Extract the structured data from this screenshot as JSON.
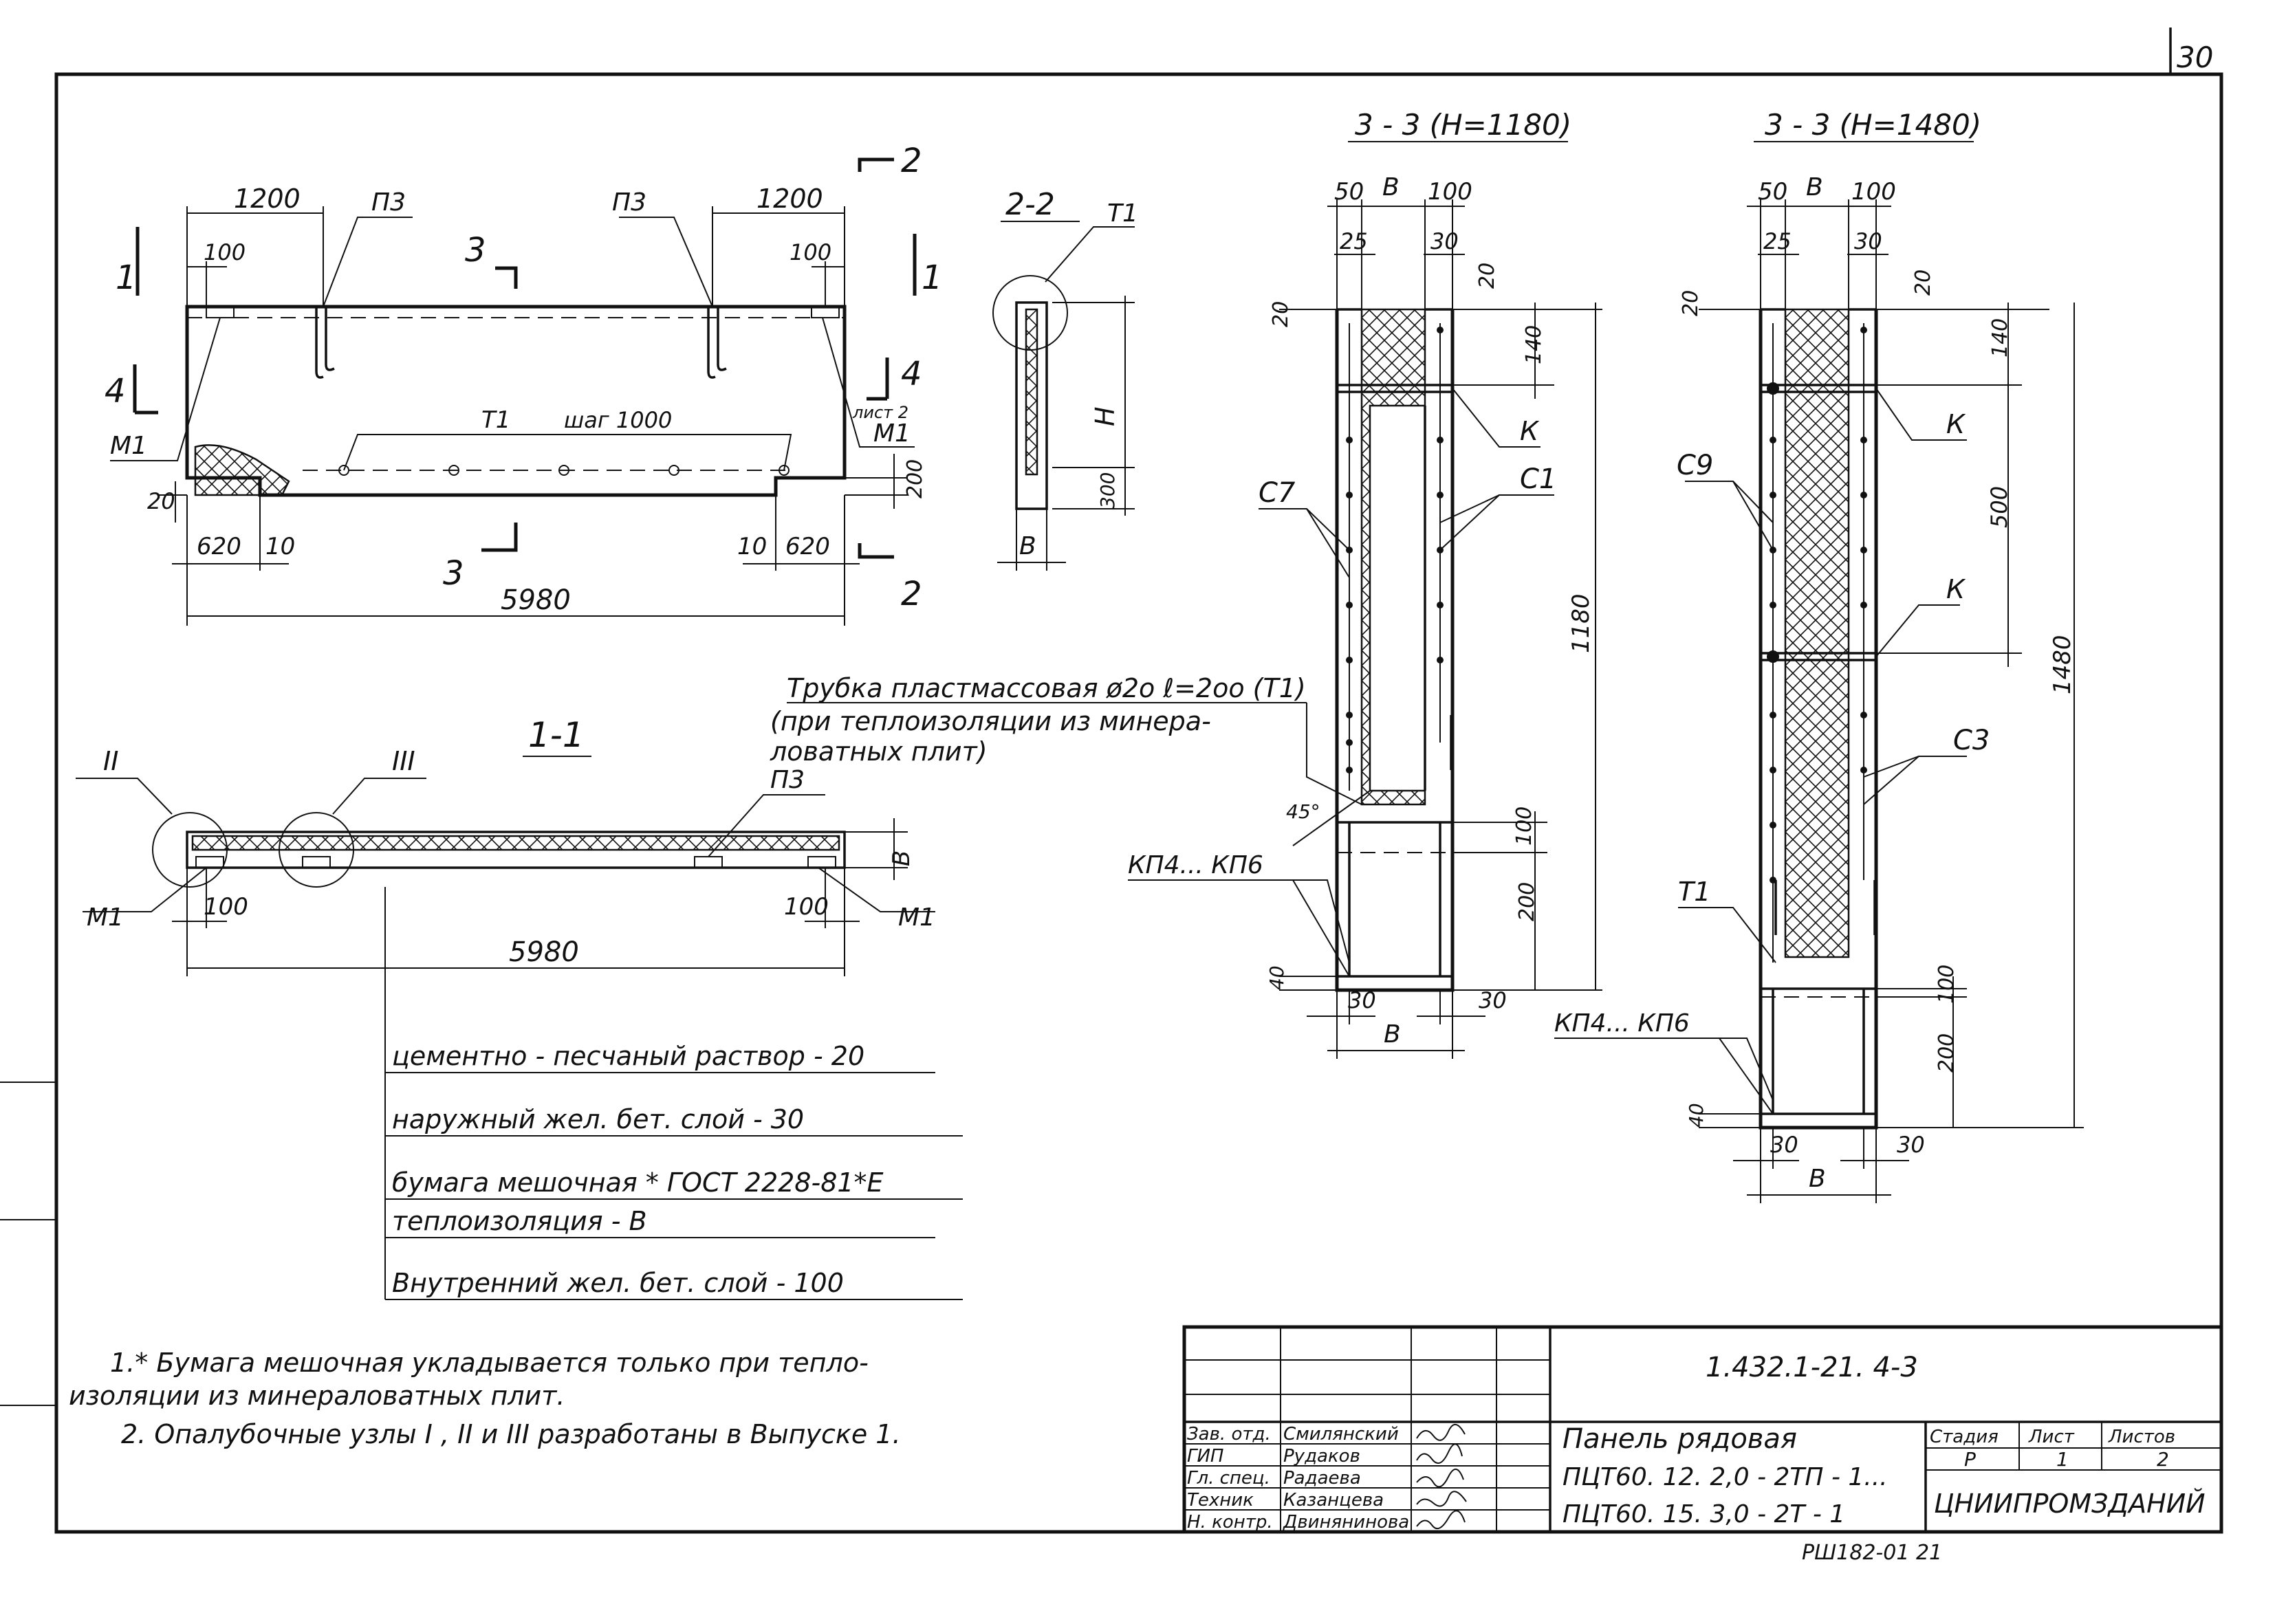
{
  "sheet": {
    "page_number": "30",
    "bottom_code": "РШ182-01 21"
  },
  "plan": {
    "dims_top_left": "1200",
    "dims_top_right": "1200",
    "dim_100_left": "100",
    "dim_100_right": "100",
    "label_p3_left": "П3",
    "label_p3_right": "П3",
    "cut_1_left": "1",
    "cut_1_right": "1",
    "cut_2_top": "2",
    "cut_2_bottom": "2",
    "cut_3_top": "3",
    "cut_3_bottom": "3",
    "cut_4_left": "4",
    "cut_4_right": "4",
    "sheet_ref": "лист 2",
    "label_m1_left": "М1",
    "label_m1_right": "М1",
    "label_t1": "Т1",
    "label_step": "шаг 1000",
    "dim_20": "20",
    "dim_200": "200",
    "dim_620_left": "620",
    "dim_10_left": "10",
    "dim_10_right": "10",
    "dim_620_right": "620",
    "dim_total": "5980"
  },
  "section22": {
    "title": "2-2",
    "label_t1": "Т1",
    "dim_h": "Н",
    "dim_300": "300",
    "dim_b": "В"
  },
  "section11": {
    "title": "1-1",
    "node_2": "II",
    "node_3": "III",
    "label_p3": "П3",
    "label_m1_left": "М1",
    "label_m1_right": "М1",
    "dim_100_left": "100",
    "dim_100_right": "100",
    "dim_b": "В",
    "dim_total": "5980"
  },
  "tube_note": {
    "line1": "Трубка пластмассовая ø2о  ℓ=2оо (Т1)",
    "line2": "(при теплоизоляции из минера-",
    "line3": "ловатных плит)"
  },
  "section33a": {
    "title": "3 - 3  (Н=1180)",
    "dim_50": "50",
    "dim_b": "В",
    "dim_100": "100",
    "dim_25": "25",
    "dim_30_top": "30",
    "dim_20_left": "20",
    "dim_20_right": "20",
    "dim_140": "140",
    "label_k": "К",
    "label_c7": "С7",
    "label_c1": "С1",
    "dim_1180": "1180",
    "angle_45": "45°",
    "label_kp": "КП4... КП6",
    "dim_100_low": "100",
    "dim_200": "200",
    "dim_40": "40",
    "dim_30_left": "30",
    "dim_30_right": "30",
    "dim_b_bottom": "В"
  },
  "section33b": {
    "title": "3 - 3 (Н=1480)",
    "dim_50": "50",
    "dim_b": "В",
    "dim_100": "100",
    "dim_25": "25",
    "dim_30_top": "30",
    "dim_20_left": "20",
    "dim_20_right": "20",
    "dim_140": "140",
    "label_k_top": "К",
    "label_c9": "С9",
    "dim_500": "500",
    "label_k_mid": "К",
    "dim_1480": "1480",
    "label_c3": "С3",
    "label_t1": "Т1",
    "label_kp": "КП4... КП6",
    "dim_100_low": "100",
    "dim_200": "200",
    "dim_40": "40",
    "dim_30_left": "30",
    "dim_30_right": "30",
    "dim_b_bottom": "В"
  },
  "layers": [
    "цементно - песчаный  раствор - 20",
    "наружный  жел. бет.  слой - 30",
    "бумага   мешочная  * ГОСТ 2228-81*Е",
    "теплоизоляция - В",
    "Внутренний  жел. бет. слой - 100"
  ],
  "notes": {
    "n1_line1": "1.*  Бумага   мешочная   укладывается   только  при тепло-",
    "n1_line2": "изоляции  из  минераловатных   плит.",
    "n2": "2. Опалубочные   узлы  I , II и III  разработаны  в  Выпуске 1."
  },
  "stamp": {
    "doc_code": "1.432.1-21. 4-3",
    "roles": [
      "Зав. отд.",
      "ГИП",
      "Гл. спец.",
      "Техник",
      "Н. контр."
    ],
    "names": [
      "Смилянский",
      "Рудаков",
      "Радаева",
      "Казанцева",
      "Двинянинова"
    ],
    "signatures": [
      "Smil",
      "Rud",
      "Rad",
      "Kaz",
      "Dvin"
    ],
    "title_line1": "Панель  рядовая",
    "title_line2": "ПЦТ60. 12. 2,0 - 2ТП - 1...",
    "title_line3": "ПЦТ60. 15. 3,0 - 2Т - 1",
    "stage_label": "Стадия",
    "sheet_label": "Лист",
    "sheets_label": "Листов",
    "stage_value": "Р",
    "sheet_value": "1",
    "sheets_value": "2",
    "org": "ЦНИИПРОМЗДАНИЙ"
  }
}
